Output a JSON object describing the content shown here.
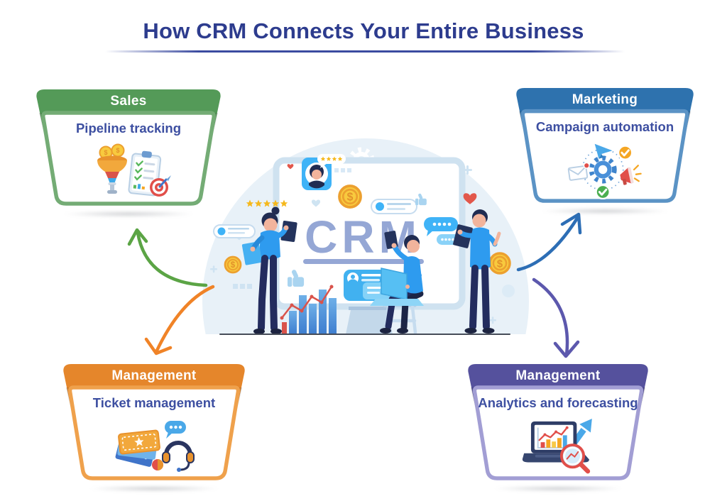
{
  "title": {
    "text": "How CRM Connects Your Entire Business",
    "color": "#2d3c8e"
  },
  "center_illustration": {
    "label": "CRM",
    "label_color": "#95a7d5",
    "scene": "Three people with devices around a large monitor displaying CRM, surrounded by rating stars, dollar coins, gears, profile cards, chat bubbles, hearts, thumbs-up and a rising bar chart",
    "icons": [
      "avatar-card-icon",
      "star-rating-icon",
      "gear-icon",
      "dollar-coin-icon",
      "contact-card-icon",
      "chat-bubble-icon",
      "thumbs-up-icon",
      "heart-icon",
      "bar-chart-icon",
      "plus-mark-icon"
    ]
  },
  "feature_text_color": "#3d4fa1",
  "cards": [
    {
      "id": "sales",
      "header_label": "Sales",
      "feature_label": "Pipeline tracking",
      "header_color": "#549a58",
      "border_color": "#74ac75",
      "icon": "sales-funnel-checklist-icon"
    },
    {
      "id": "marketing",
      "header_label": "Marketing",
      "feature_label": "Campaign automation",
      "header_color": "#2e72ae",
      "border_color": "#5b93c5",
      "icon": "campaign-automation-gear-icon"
    },
    {
      "id": "management_support",
      "header_label": "Management",
      "feature_label": "Ticket management",
      "header_color": "#e5862b",
      "border_color": "#efa14c",
      "icon": "ticket-headset-icon"
    },
    {
      "id": "management_analytics",
      "header_label": "Management",
      "feature_label": "Analytics and forecasting",
      "header_color": "#55519d",
      "border_color": "#a29ed4",
      "icon": "laptop-analytics-magnifier-icon"
    }
  ],
  "arrows": [
    {
      "target": "sales",
      "color": "#5ba445"
    },
    {
      "target": "marketing",
      "color": "#2d6eb5"
    },
    {
      "target": "management_support",
      "color": "#f08327"
    },
    {
      "target": "management_analytics",
      "color": "#5c58ad"
    }
  ]
}
